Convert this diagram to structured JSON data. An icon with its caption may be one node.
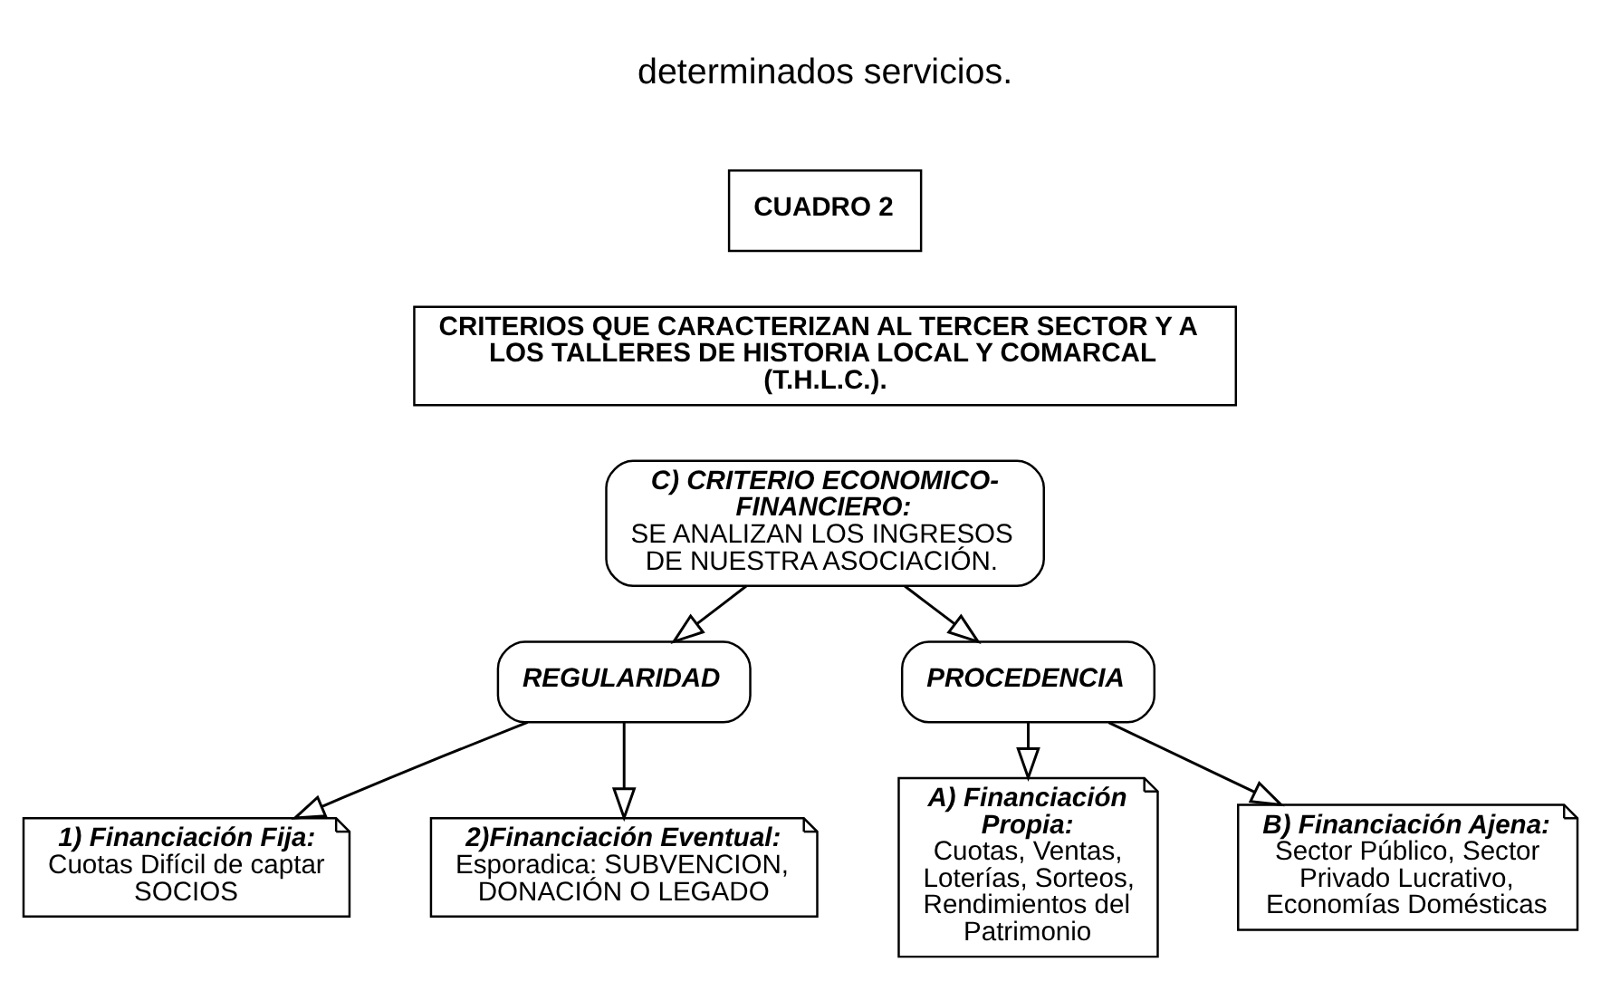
{
  "diagram": {
    "nodes": [
      {
        "text": [
          "CUADRO 2"
        ]
      },
      {
        "text": [
          "CRITERIOS QUE CARACTERIZAN AL TERCER SECTOR Y A LOS TALLERES DE HISTORIA LOCAL Y COMARCAL (T.H.L.C.)."
        ]
      },
      {
        "text": [
          "C) CRITERIO ECONOMICO-FINANCIERO:",
          "SE ANALIZAN LOS INGRESOS DE NUESTRA ASOCIACIÓN."
        ]
      },
      {
        "text": [
          "REGULARIDAD"
        ]
      },
      {
        "text": [
          "1) Financiación Fija:",
          "Cuotas Difícil de captar SOCIOS"
        ]
      },
      {
        "text": [
          "2)Financiación Eventual:",
          "Esporadica: SUBVENCION, DONACIÓN O LEGADO"
        ]
      },
      {
        "text": [
          "PROCEDENCIA"
        ]
      },
      {
        "text": [
          "A) Financiación Propia:",
          "Cuotas, Ventas, Loterías, Sorteos, Rendimientos del Patrimonio"
        ]
      },
      {
        "text": [
          "B) Financiación Ajena:",
          "Sector Público, Sector Privado Lucrativo, Economías Domésticas"
        ]
      }
    ],
    "edges": [
      {
        "from": 2,
        "to": 3,
        "arrow": "to"
      },
      {
        "from": 3,
        "to": 4,
        "arrow": "to"
      },
      {
        "from": 3,
        "to": 5,
        "arrow": "to"
      },
      {
        "from": 2,
        "to": 6,
        "arrow": "to"
      },
      {
        "from": 6,
        "to": 7,
        "arrow": "to"
      },
      {
        "from": 6,
        "to": 8,
        "arrow": "to"
      }
    ],
    "labels": [
      "determinados servicios."
    ]
  }
}
